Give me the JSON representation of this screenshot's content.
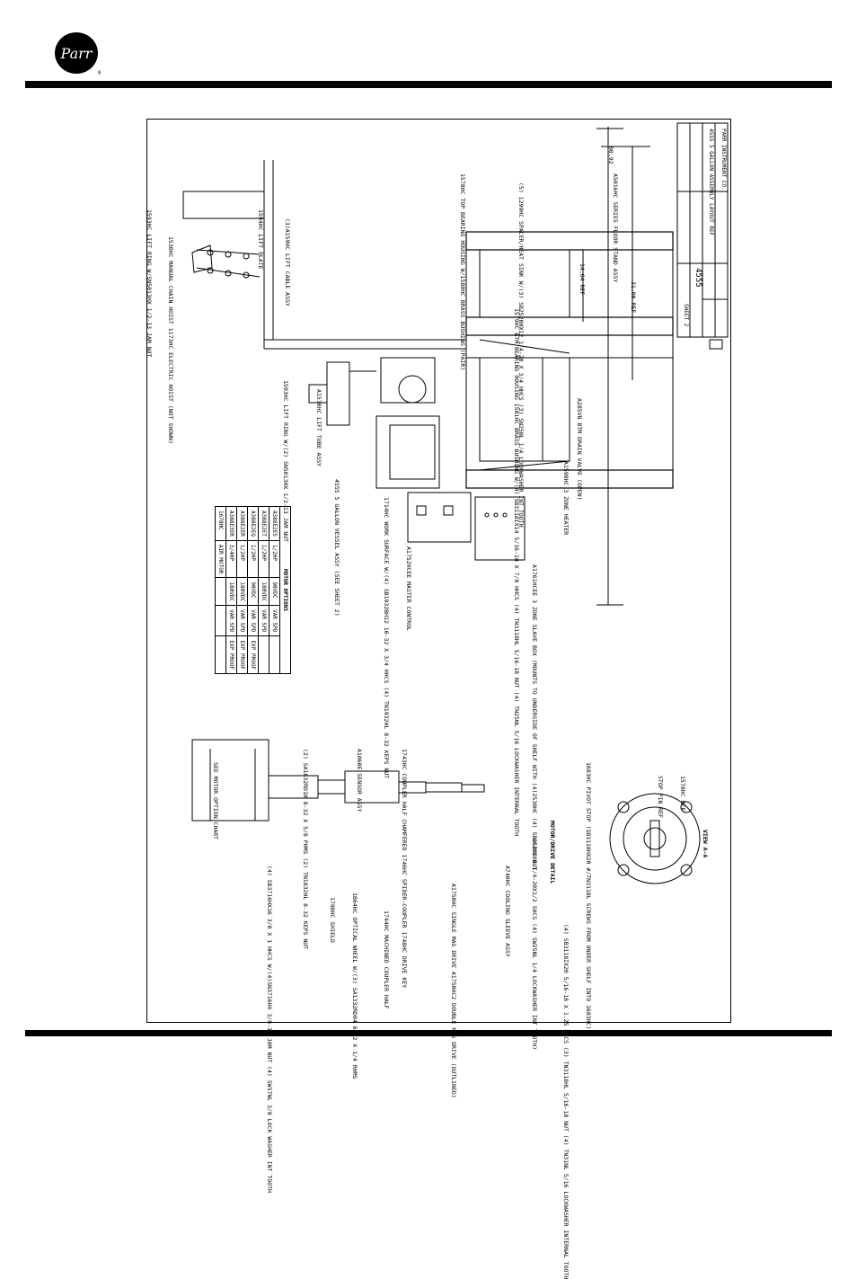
{
  "header": {
    "logo_text": "Parr"
  },
  "labels": {
    "lift_ring": "1593HC LIFT RING W/SN5013HX 1/2-13 JAM NUT",
    "chain_hoist": "1530HC MANUAL CHAIN HOIST 1173HC ELECTRIC HOIST (NOT SHOWN)",
    "lift_plate": "1594HC LIFT PLATE",
    "lift_cable": "(3)A159HC LIFT CABLE ASSY",
    "top_bearing": "1578HC TOP BEARING HOUSING W/1580HC BRASS BUSHING (PAIR)",
    "spacer": "(5) 1299HC SPACER/HEAT SINK W/(3) SB2520HX12 1/4-20 X 3/4 HHCS (3) SN25NL 1/4 LOCKWASHER INT TOOTH",
    "floor_stand": "A5016HC SERIES FLOOR STAND ASSY",
    "dim_overall": "90.92",
    "dim_width": "31.00 REF",
    "dim_height": "14.64 REF",
    "lift_ring_2": "1593HC LIFT RING W/(2) SN5013HX 1/2-13 JAM NUT",
    "lift_tube": "A1570HC LIFT TUBE ASSY",
    "btm_bearing": "1579HC BTM BEARING HOUSING 1581HC BRASS BUSHING W/(4) SB3118IX14 5/16-18 X 7/8 HHCS (4) TN3118HL 5/16-18 NUT (4) TN25NL 5/16 LOCKWASHER INTERNAL TOOTH",
    "btm_drain": "A285VB BTM DRAIN VALVE (OPEN)",
    "vessel": "4555 5 GALLON VESSEL ASSY (SEE SHEET 2)",
    "work_surface": "1714HC WORK SURFACE W/(4) SB1932BH12 10-32 X 3/4 HHCS (4) TN1932HL 8-32 KEPS NUT",
    "heater": "A1590HC 3 ZONE HEATER",
    "master_control": "A1752HCEE MASTER CONTROL",
    "slave_box": "A1761HCEE 3 ZONE SLAVE BOX (MOUNTS TO UNDERSIDE OF SHELF WITH (4)2530HC (4) SB2520X08 1/4-20X1/2 SHCS (4) SW25NL 1/4 LOCKWASHER INT TOOTH)",
    "motor_chart": "SEE MOTOR OPTION CHART",
    "sensor": "A1060E SENSOR ASSY",
    "pan_head": "(2) SA1632RD10 8-32 X 5/8 PHMS (2) TN1832HL 8-32 KEPS NUT",
    "coupler": "1743HC COUPLER HALF CHAMFERED 1746HC SPIDER-COUPLER 1748HC DRIVE KEY",
    "hhcs": "(4) SB3716HX16 3/8 X 1 HHCS W/(4)SN3716HX 3/8-16 JAM NUT (4) SW37NL 3/8 LOCK WASHER INT TOOTH",
    "shield": "1798HC SHIELD",
    "optical": "1864HC OPTICAL WHEEL W/(3) SA1332RD04 6-32 X 1/4 RHMS",
    "machined": "1744HC MACHINED COUPLER HALF",
    "mag_drive": "A1750HC SINGLE MAG DRIVE A1750HC2 DOUBLE MAG DRIVE (OUTLINED)",
    "cooling": "A740HC COOLING SLEEVE ASSY",
    "nut_664": "664HC NUT",
    "motor_detail": "MOTOR/DRIVE DETAIL",
    "pivot_stop": "1683HC PIVOT STOP (SB3118HX20 #/TN3118L SCREWS FROM UNDER SHELF INTO 1683HC)",
    "stop_pin": "STOP PIN REF",
    "ref_1578": "1578HC REF",
    "view_aa": "VIEW A-A",
    "btm_hhcs": "(4) SB3118IX20 5/16-18 X 1.25 HHCS (3) TN3118HL 5/16-18 NUT (4) TN31NL 5/16 LOCKWASHER INTERNAL TOOTH"
  },
  "motor_options": {
    "title": "MOTOR OPTIONS",
    "rows": [
      [
        "A388E2ES",
        "1/2HP",
        "90VDC",
        "VAR SPD",
        ""
      ],
      [
        "A388E2ET",
        "1/2HP",
        "180VDC",
        "VAR SPD",
        ""
      ],
      [
        "A388E2EQ",
        "1/2HP",
        "90VDC",
        "VAR SPD",
        "EXP PROOF"
      ],
      [
        "A388E2ER",
        "1/2HP",
        "180VDC",
        "VAR SPD",
        "EXP PROOF"
      ],
      [
        "A388E3ER",
        "3/4HP",
        "180VDC",
        "VAR SPD",
        "EXP PROOF"
      ],
      [
        "1678HC",
        "AIR MOTOR",
        "",
        "",
        ""
      ]
    ]
  },
  "title_block": {
    "company": "PARR INSTRUMENT CO.",
    "title": "4555 5 GALLON ASSEMBLY LAYOUT REF",
    "drawing_no": "4555",
    "sheet": "SHEET 2"
  }
}
